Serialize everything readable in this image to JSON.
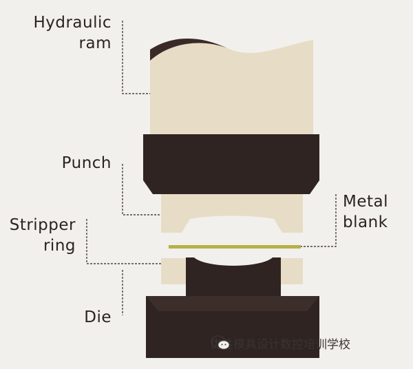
{
  "labels": {
    "hydraulic_ram": [
      "Hydraulic",
      "ram"
    ],
    "punch": "Punch",
    "metal_blank": [
      "Metal",
      "blank"
    ],
    "stripper_ring": [
      "Stripper",
      "ring"
    ],
    "die": "Die"
  },
  "watermark": {
    "text": "优胜模具设计数控培训学校",
    "icon": "wechat-icon"
  },
  "colors": {
    "background": "#f1f0ec",
    "ram_fill": "#e7dcc6",
    "dark_part": "#2f2422",
    "blank": "#b7b04a",
    "leader": "#4a4240"
  }
}
